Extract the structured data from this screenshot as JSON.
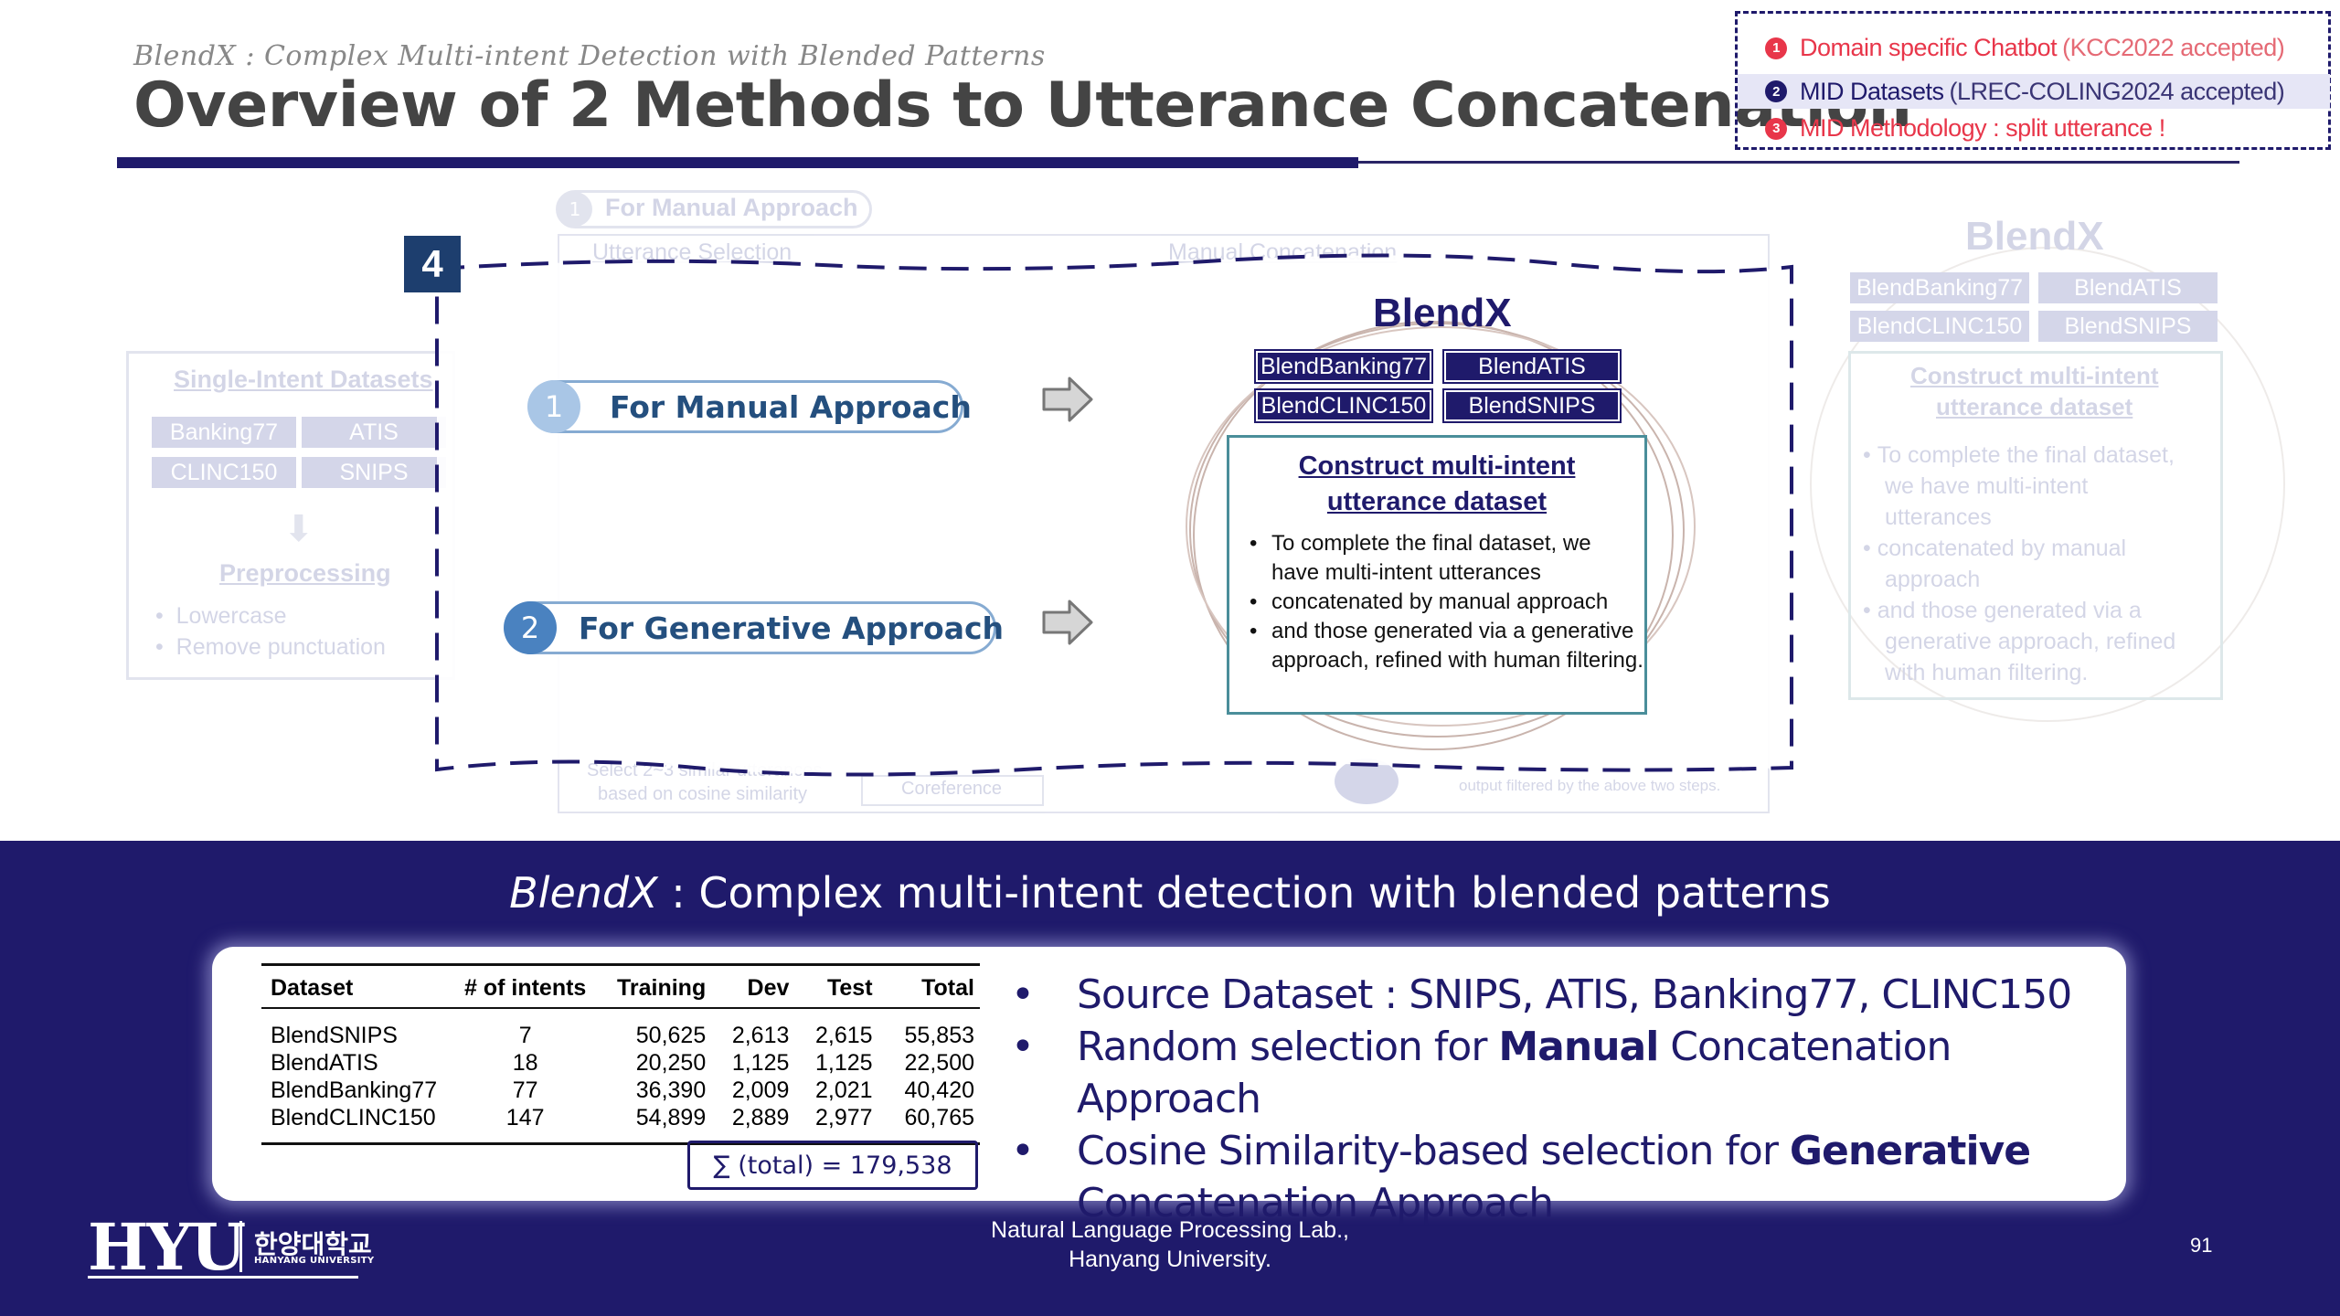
{
  "header": {
    "subtitle": "BlendX : Complex Multi-intent Detection with Blended Patterns",
    "title": "Overview of 2 Methods to Utterance Concatenation"
  },
  "agenda": [
    {
      "num": "1",
      "label": "Domain specific Chatbot",
      "note": "(KCC2022 accepted)"
    },
    {
      "num": "2",
      "label": "MID Datasets",
      "note": "(LREC-COLING2024 accepted)"
    },
    {
      "num": "3",
      "label": "MID Methodology : split utterance !",
      "note": ""
    }
  ],
  "background_diagram": {
    "single_intent_title": "Single-Intent Datasets",
    "datasets": [
      "Banking77",
      "ATIS",
      "CLINC150",
      "SNIPS"
    ],
    "preprocessing_title": "Preprocessing",
    "preprocessing_steps": [
      "Lowercase",
      "Remove punctuation"
    ],
    "step1_num": "1",
    "step1_label": "For Manual Approach",
    "utterance_selection": "Utterance Selection",
    "manual_concatenation": "Manual Concatenation",
    "similar_note_line1": "Select 2~3 similar utterances",
    "similar_note_line2": "based on cosine similarity",
    "coreference": "Coreference",
    "filtered_note": "output filtered by the above two steps.",
    "right_title": "BlendX",
    "right_datasets": [
      "BlendBanking77",
      "BlendATIS",
      "BlendCLINC150",
      "BlendSNIPS"
    ],
    "right_construct_line1": "Construct multi-intent",
    "right_construct_line2": "utterance dataset",
    "right_list": [
      "To complete the final dataset,",
      "we have multi-intent",
      "utterances",
      "concatenated by manual",
      "approach",
      "and those generated via a",
      "generative approach, refined",
      "with human filtering."
    ]
  },
  "step_badge": "4",
  "approaches": [
    {
      "num": "1",
      "label": "For Manual Approach"
    },
    {
      "num": "2",
      "label": "For Generative Approach"
    }
  ],
  "blendx": {
    "title": "BlendX",
    "datasets": [
      "BlendBanking77",
      "BlendATIS",
      "BlendCLINC150",
      "BlendSNIPS"
    ],
    "construct_title_line1": "Construct multi-intent",
    "construct_title_line2": "utterance dataset",
    "construct_items": [
      "To complete the final dataset, we have multi-intent utterances",
      "concatenated by manual approach",
      "and those generated via a generative approach, refined with human filtering."
    ]
  },
  "band": {
    "title_em": "BlendX",
    "title_rest": " : Complex multi-intent detection with blended patterns"
  },
  "table": {
    "headers": [
      "Dataset",
      "# of intents",
      "Training",
      "Dev",
      "Test",
      "Total"
    ],
    "rows": [
      [
        "BlendSNIPS",
        "7",
        "50,625",
        "2,613",
        "2,615",
        "55,853"
      ],
      [
        "BlendATIS",
        "18",
        "20,250",
        "1,125",
        "1,125",
        "22,500"
      ],
      [
        "BlendBanking77",
        "77",
        "36,390",
        "2,009",
        "2,021",
        "40,420"
      ],
      [
        "BlendCLINC150",
        "147",
        "54,899",
        "2,889",
        "2,977",
        "60,765"
      ]
    ],
    "total": "∑ (total)  =  179,538"
  },
  "bullets": {
    "b1": "Source Dataset : SNIPS, ATIS, Banking77, CLINC150",
    "b2_pre": "Random selection for ",
    "b2_bold": "Manual",
    "b2_post": " Concatenation Approach",
    "b3_pre": "Cosine Similarity-based selection for ",
    "b3_bold": "Generative",
    "b3_post": " Concatenation Approach"
  },
  "footer": {
    "logo_text": "HYU",
    "logo_kr": "한양대학교",
    "logo_en": "HANYANG UNIVERSITY",
    "lab_line1": "Natural Language Processing Lab.,",
    "lab_line2": "Hanyang University.",
    "page": "91"
  },
  "colors": {
    "navy": "#1f1a6b",
    "accent_red": "#e8364a",
    "teal_border": "#4a8e9a",
    "approach_blue": "#244f7e"
  }
}
